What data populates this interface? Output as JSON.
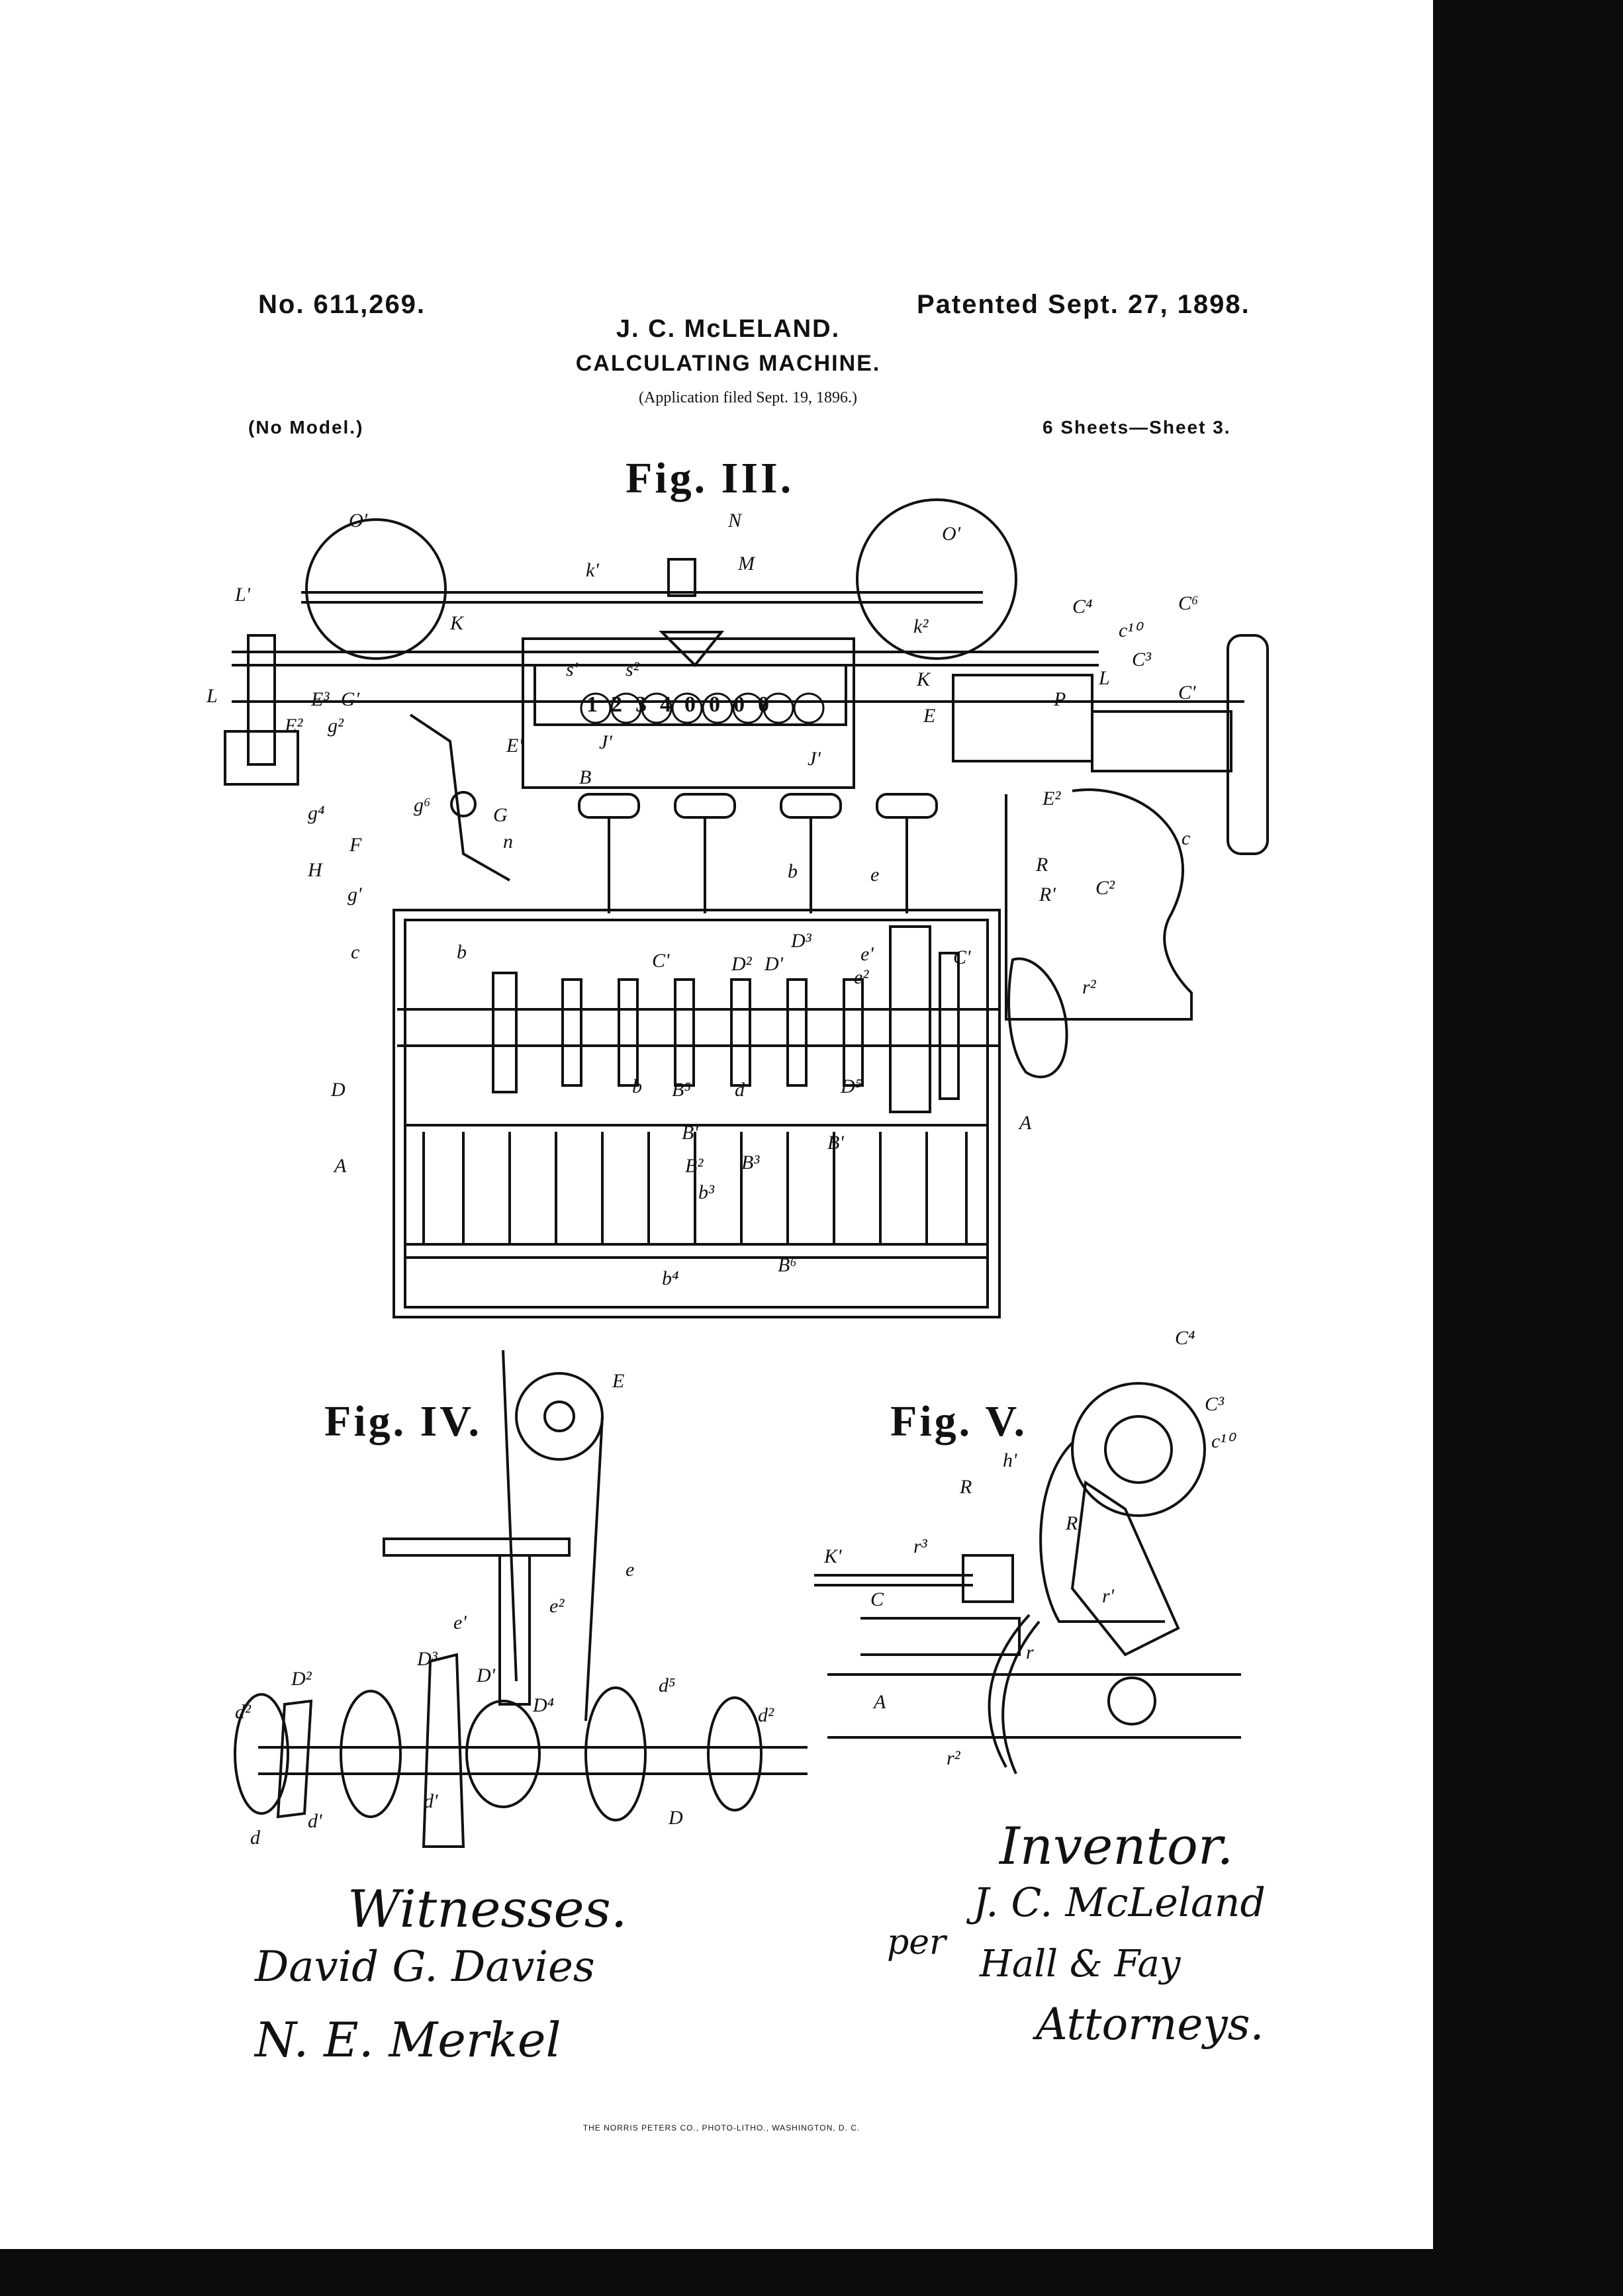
{
  "header": {
    "patent_number": "No. 611,269.",
    "patent_date": "Patented Sept. 27, 1898.",
    "inventor_name": "J. C. McLELAND.",
    "title": "CALCULATING MACHINE.",
    "application": "(Application filed Sept. 19, 1896.)",
    "model": "(No Model.)",
    "sheets": "6 Sheets—Sheet 3."
  },
  "figures": {
    "fig3": {
      "title": "Fig. III.",
      "dial_digits": "12340000",
      "labels": [
        "O'",
        "O'",
        "N",
        "M",
        "k'",
        "k²",
        "L'",
        "C⁴",
        "C⁶",
        "L",
        "L",
        "C³",
        "C'",
        "c¹⁰",
        "K",
        "K",
        "E³",
        "E²",
        "g²",
        "G'",
        "s'",
        "s²",
        "E'",
        "J'",
        "J'",
        "P",
        "E",
        "E²",
        "B",
        "g⁴",
        "g⁶",
        "G",
        "n",
        "F",
        "H",
        "g'",
        "b",
        "e",
        "R",
        "R'",
        "C²",
        "c",
        "c",
        "b",
        "C'",
        "D³",
        "D²",
        "D'",
        "e²",
        "e'",
        "C'",
        "r²",
        "D",
        "b",
        "B⁵",
        "d",
        "D⁵",
        "A",
        "A",
        "B'",
        "B'",
        "B²",
        "B³",
        "b³",
        "b⁴",
        "B⁶"
      ]
    },
    "fig4": {
      "title": "Fig. IV.",
      "labels": [
        "E",
        "e",
        "e'",
        "e²",
        "D²",
        "D³",
        "D'",
        "D⁴",
        "d⁵",
        "d²",
        "d²",
        "d",
        "d'",
        "d'",
        "D"
      ]
    },
    "fig5": {
      "title": "Fig. V.",
      "labels": [
        "C⁴",
        "C³",
        "c¹⁰",
        "R",
        "h'",
        "R'",
        "K'",
        "r³",
        "C",
        "r'",
        "r",
        "A",
        "r²"
      ]
    }
  },
  "signatures": {
    "witnesses_label": "Witnesses.",
    "witness_1": "David G. Davies",
    "witness_2": "N. E. Merkel",
    "inventor_label": "Inventor.",
    "inventor_signature": "J. C. McLeland",
    "per": "per",
    "attorneys_names": "Hall & Fay",
    "attorneys_label": "Attorneys."
  },
  "footer": {
    "printer": "THE NORRIS PETERS CO., PHOTO-LITHO., WASHINGTON, D. C."
  }
}
